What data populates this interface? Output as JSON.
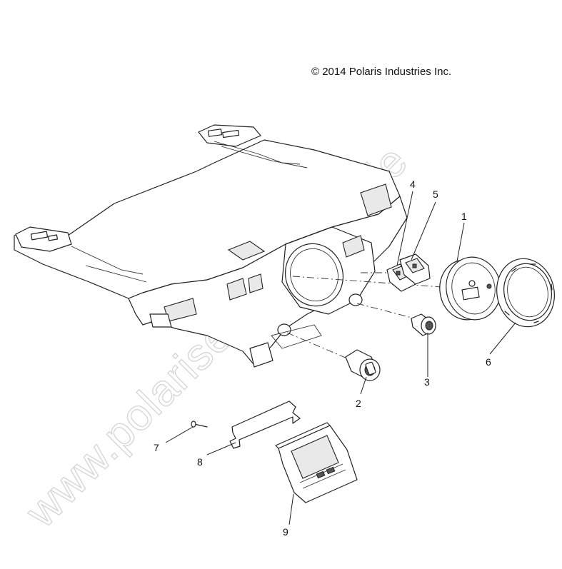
{
  "copyright": "© 2014 Polaris Industries Inc.",
  "watermark": "www.polarisersatzteile.de",
  "callouts": [
    {
      "id": "1",
      "label": "1"
    },
    {
      "id": "2",
      "label": "2"
    },
    {
      "id": "3",
      "label": "3"
    },
    {
      "id": "4",
      "label": "4"
    },
    {
      "id": "5",
      "label": "5"
    },
    {
      "id": "6",
      "label": "6"
    },
    {
      "id": "7",
      "label": "7"
    },
    {
      "id": "8",
      "label": "8"
    },
    {
      "id": "9",
      "label": "9"
    }
  ],
  "colors": {
    "line": "#222222",
    "watermark": "#d4d4d4",
    "background": "#ffffff"
  }
}
